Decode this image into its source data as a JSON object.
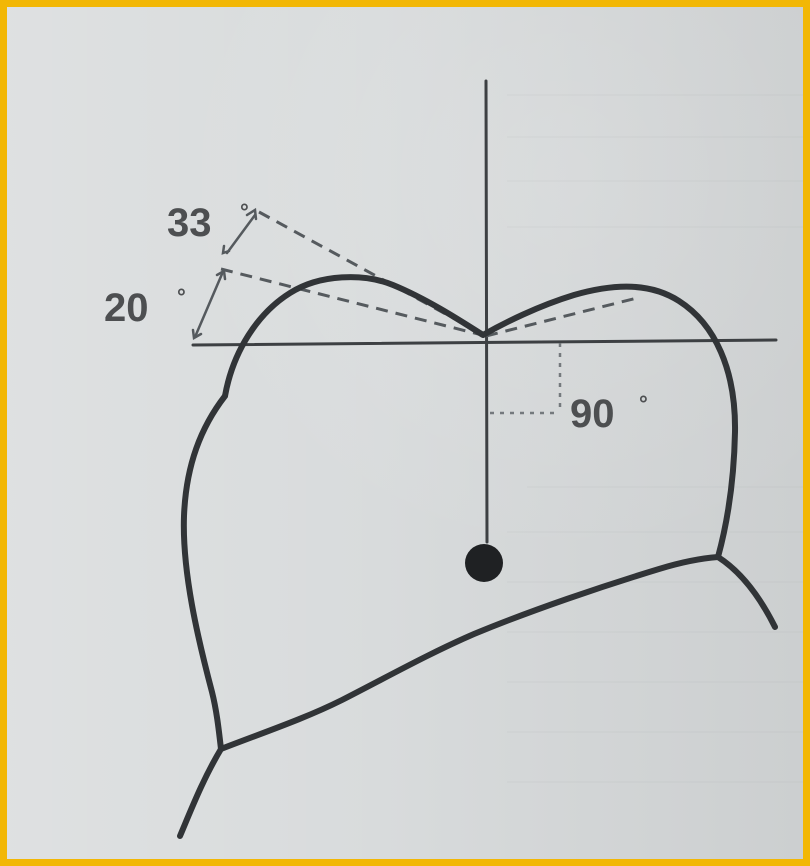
{
  "diagram": {
    "labels": {
      "angle_33": "33",
      "angle_20": "20",
      "angle_90": "90",
      "degree_symbol": "°"
    }
  }
}
